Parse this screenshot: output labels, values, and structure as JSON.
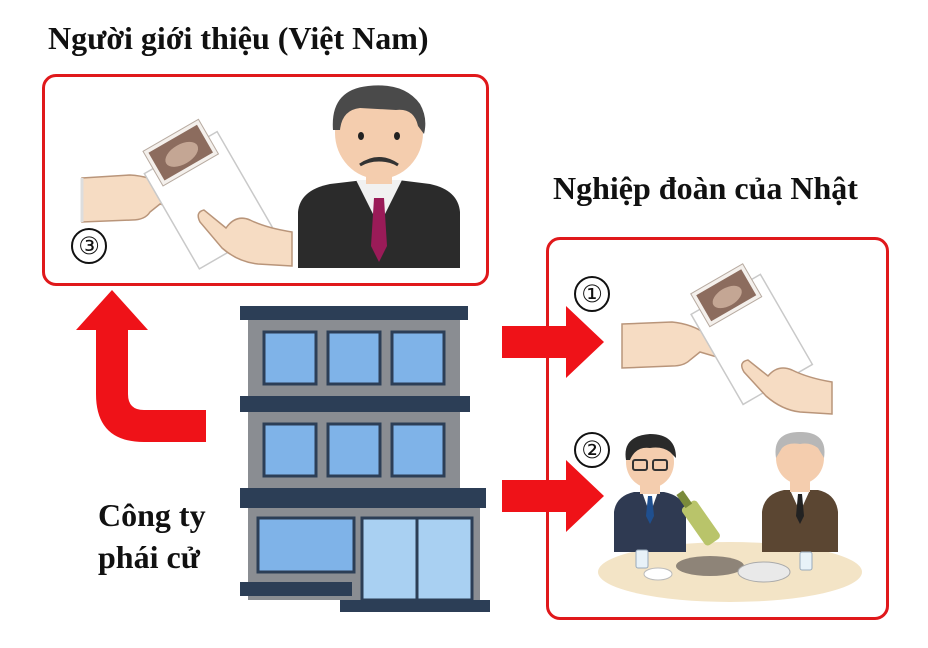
{
  "labels": {
    "introducer": "Người giới thiệu (Việt Nam)",
    "union": "Nghiệp đoàn của Nhật",
    "company_line1": "Công ty",
    "company_line2": "phái cử"
  },
  "steps": {
    "step1": "①",
    "step2": "②",
    "step3": "③"
  },
  "colors": {
    "accent_red": "#e0181b",
    "arrow_red": "#ef1218",
    "building_gray": "#8a8d92",
    "window_blue": "#7fb3e8"
  }
}
